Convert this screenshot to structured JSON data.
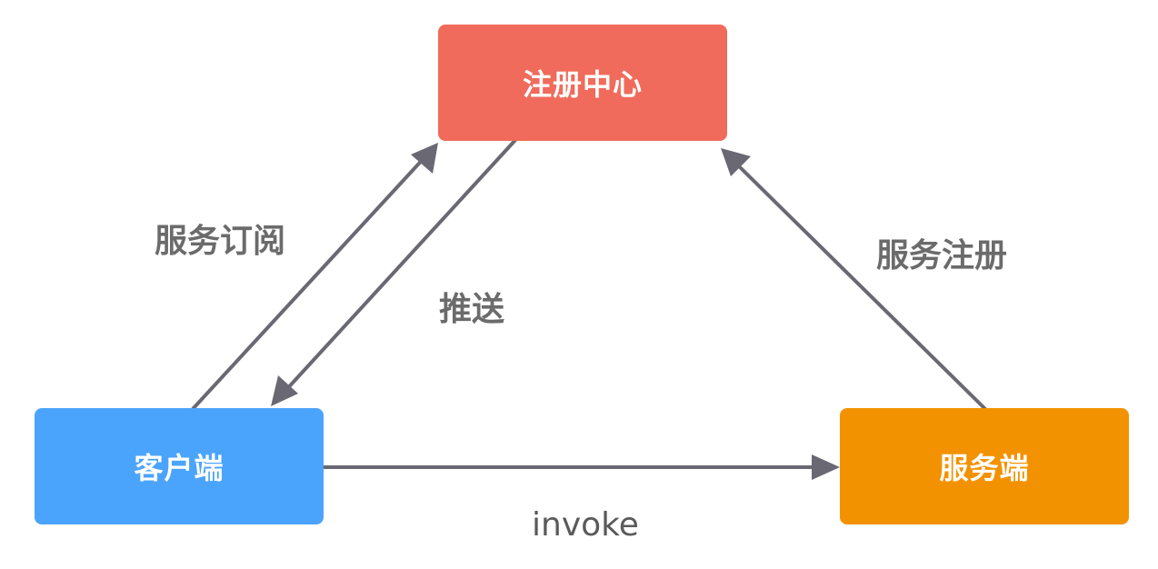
{
  "nodes": {
    "registry": {
      "label": "注册中心",
      "color": "#f06b5b"
    },
    "client": {
      "label": "客户端",
      "color": "#4ba4fc"
    },
    "server": {
      "label": "服务端",
      "color": "#f39200"
    }
  },
  "edges": {
    "subscribe": {
      "label": "服务订阅",
      "from": "client",
      "to": "registry"
    },
    "push": {
      "label": "推送",
      "from": "registry",
      "to": "client"
    },
    "register": {
      "label": "服务注册",
      "from": "server",
      "to": "registry"
    },
    "invoke": {
      "label": "invoke",
      "from": "client",
      "to": "server"
    }
  },
  "colors": {
    "arrow": "#6a6872",
    "label_text": "#6b6b6b"
  }
}
